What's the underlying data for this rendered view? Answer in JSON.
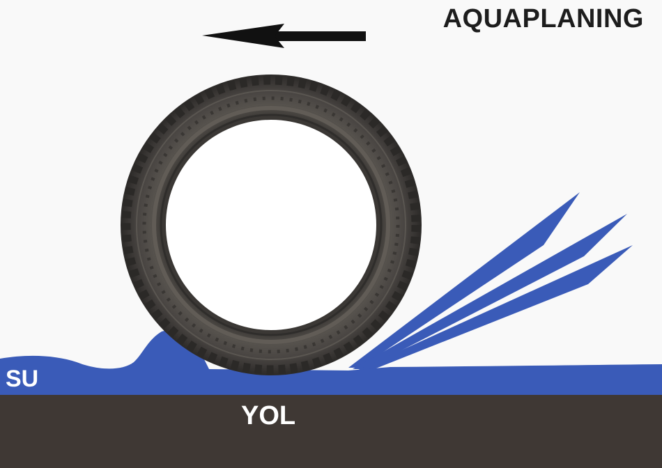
{
  "title": "AQUAPLANING",
  "labels": {
    "water": "SU",
    "road": "YOL"
  },
  "icons": {
    "direction": "arrow-left-icon",
    "tire": "tire-icon"
  },
  "colors": {
    "background": "#f9f9f9",
    "water": "#3a5bb8",
    "road": "#3f3834",
    "tire": "#4c4945",
    "arrow": "#111111",
    "title": "#1d1d1d"
  }
}
